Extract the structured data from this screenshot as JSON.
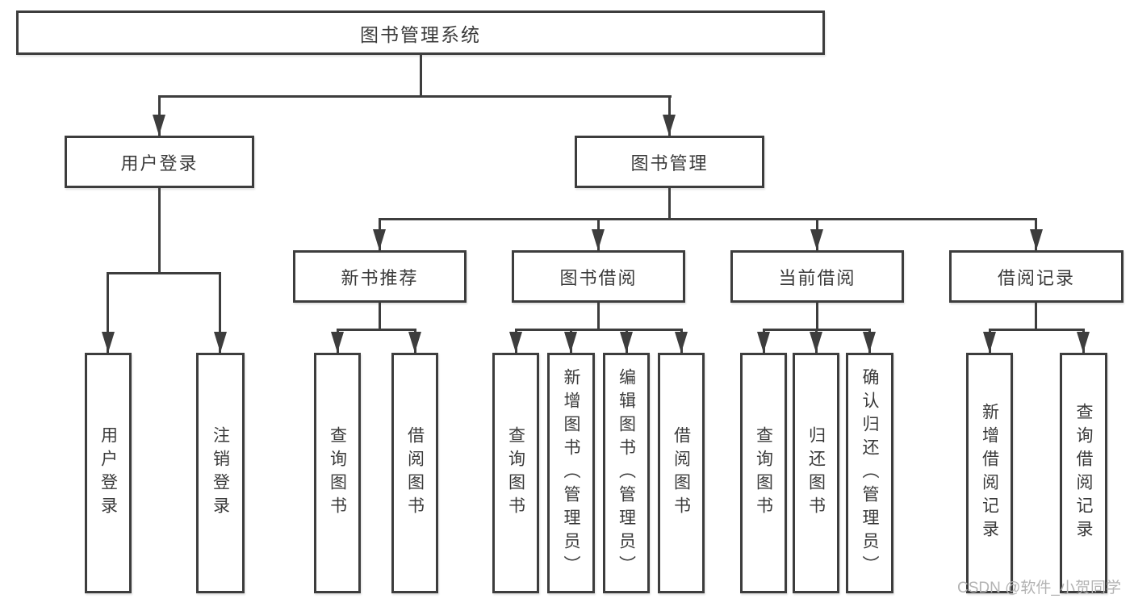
{
  "diagram": {
    "root": "图书管理系统",
    "user": {
      "label": "用户登录",
      "children": [
        "用户登录",
        "注销登录"
      ]
    },
    "mgmt": {
      "label": "图书管理",
      "groups": [
        {
          "label": "新书推荐",
          "children": [
            "查询图书",
            "借阅图书"
          ]
        },
        {
          "label": "图书借阅",
          "children": [
            "查询图书",
            "新增图书（管理员）",
            "编辑图书（管理员）",
            "借阅图书"
          ]
        },
        {
          "label": "当前借阅",
          "children": [
            "查询图书",
            "归还图书",
            "确认归还（管理员）"
          ]
        },
        {
          "label": "借阅记录",
          "children": [
            "新增借阅记录",
            "查询借阅记录"
          ]
        }
      ]
    }
  },
  "watermark": "CSDN @软件_小贺同学",
  "colors": {
    "line": "#3d3d3d",
    "text": "#3a3a3a",
    "bg": "#ffffff",
    "watermark": "#b3b3b3"
  }
}
